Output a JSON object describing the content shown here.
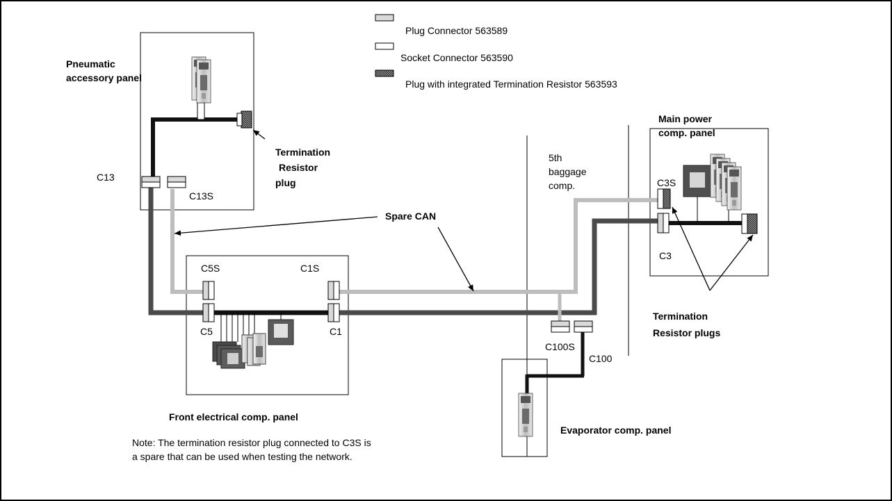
{
  "legend": {
    "plug": "Plug Connector 563589",
    "socket": "Socket Connector 563590",
    "term_plug": "Plug with integrated Termination Resistor 563593"
  },
  "panels": {
    "pneumatic": "Pneumatic\naccessory panel",
    "main_power": "Main power\ncomp. panel",
    "front_electrical": "Front electrical comp. panel",
    "evaporator": "Evaporator comp. panel",
    "baggage": "5th\nbaggage\ncomp."
  },
  "connectors": {
    "c13": "C13",
    "c13s": "C13S",
    "c5s": "C5S",
    "c1s": "C1S",
    "c5": "C5",
    "c1": "C1",
    "c100s": "C100S",
    "c100": "C100",
    "c3s": "C3S",
    "c3": "C3"
  },
  "annotations": {
    "termination_resistor_plug": "Termination\nResistor\nplug",
    "spare_can": "Spare CAN",
    "termination_resistor_plugs": "Termination\nResistor plugs"
  },
  "note": "Note: The termination resistor plug connected to C3S is\na spare that can be used when testing the network.",
  "colors": {
    "main_can": "#4a4a4a",
    "spare_can": "#bdbdbd",
    "device_dark": "#6b6b6b",
    "connector_fill": "#e6e6e6"
  }
}
